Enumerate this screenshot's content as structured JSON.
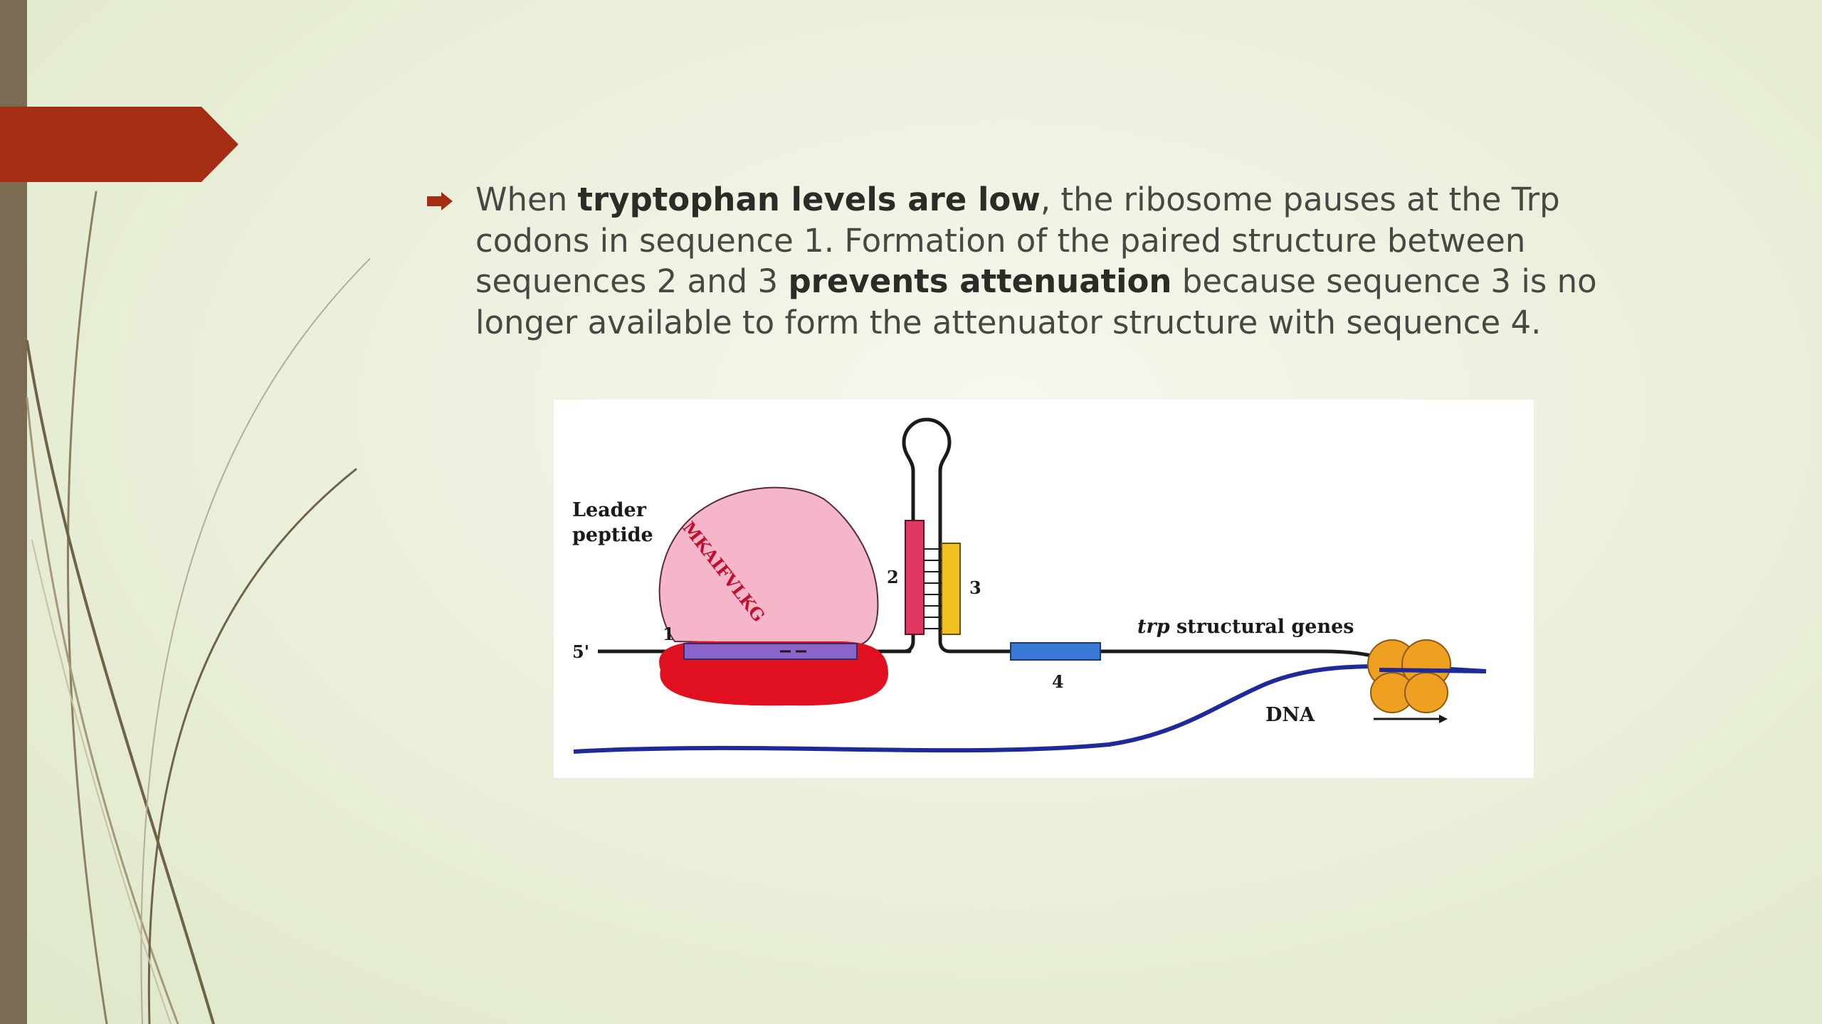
{
  "slide": {
    "bullet": {
      "p1": "When ",
      "b1": "tryptophan levels are  low",
      "p2": ", the ribosome pauses at the Trp codons in sequence 1. Formation of the paired structure between sequences 2 and 3 ",
      "b2": "prevents attenuation",
      "p3": " because sequence 3 is no longer available to form the attenuator structure with sequence 4."
    },
    "colors": {
      "accent_arrow": "#a32e14",
      "side_bar": "#7a6b52",
      "strand": "#6f6247"
    }
  },
  "figure": {
    "leader_label_1": "Leader",
    "leader_label_2": "peptide",
    "five_prime": "5'",
    "seq1": "1",
    "seq2": "2",
    "seq3": "3",
    "seq4": "4",
    "peptide_seq": "MKAIFVLKG",
    "trp_italic": "trp",
    "trp_rest": " structural genes",
    "dna": "DNA",
    "icons": [
      "ribosome-icon",
      "rna-polymerase-icon",
      "arrow-right-icon"
    ],
    "colors": {
      "ribosome_top": "#f4b6c8",
      "ribosome_bottom": "#e01020",
      "seq1": "#8a64c8",
      "seq2": "#e03860",
      "seq3": "#f0c020",
      "seq4": "#3a78d8",
      "dna": "#1e2a9a",
      "polymerase": "#f0a020"
    }
  }
}
